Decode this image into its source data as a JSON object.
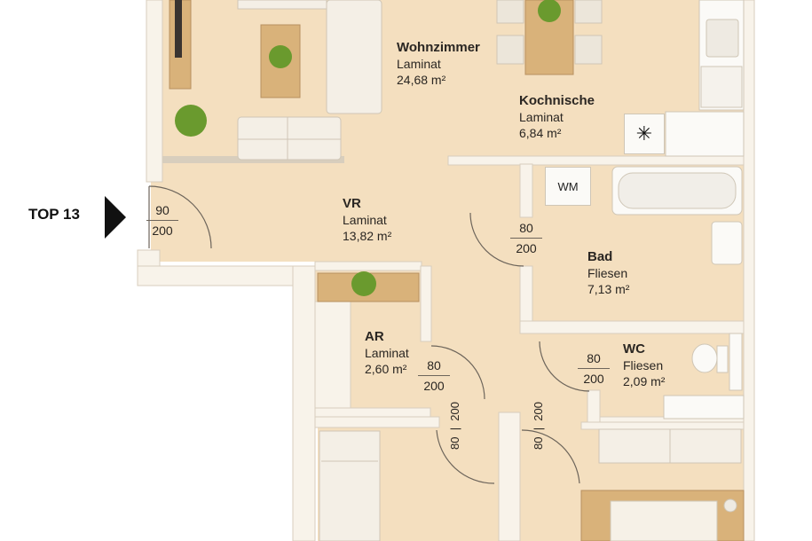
{
  "entry": {
    "label": "TOP 13"
  },
  "rooms": {
    "wohnzimmer": {
      "name": "Wohnzimmer",
      "floor": "Laminat",
      "area": "24,68 m²"
    },
    "kochnische": {
      "name": "Kochnische",
      "floor": "Laminat",
      "area": "6,84 m²"
    },
    "vr": {
      "name": "VR",
      "floor": "Laminat",
      "area": "13,82 m²"
    },
    "bad": {
      "name": "Bad",
      "floor": "Fliesen",
      "area": "7,13 m²"
    },
    "ar": {
      "name": "AR",
      "floor": "Laminat",
      "area": "2,60 m²"
    },
    "wc": {
      "name": "WC",
      "floor": "Fliesen",
      "area": "2,09 m²"
    }
  },
  "doors": {
    "entrance": {
      "width": "90",
      "height": "200"
    },
    "bad": {
      "width": "80",
      "height": "200"
    },
    "ar": {
      "width": "80",
      "height": "200"
    },
    "wc": {
      "width": "80",
      "height": "200"
    },
    "left_room": {
      "width": "80",
      "height": "200"
    },
    "right_room": {
      "width": "80",
      "height": "200"
    }
  },
  "appliances": {
    "washing_machine": "WM",
    "hob_symbol": "✳"
  },
  "colors": {
    "floor": "#f4dfbf",
    "wall": "#f8f3ea",
    "wall_edge": "#d8cebd",
    "wood": "#d9b27a",
    "plant": "#6a9a2e"
  }
}
